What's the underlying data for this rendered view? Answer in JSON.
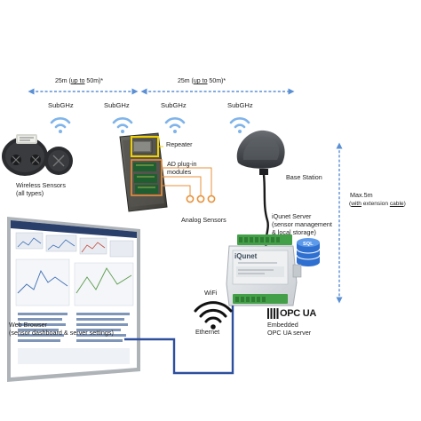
{
  "distances": {
    "d1": {
      "a": "25m (",
      "b": "up to",
      "c": " 50m)*"
    },
    "d2": {
      "a": "25m (",
      "b": "up to",
      "c": " 50m)*"
    }
  },
  "subghz": [
    "SubGHz",
    "SubGHz",
    "SubGHz",
    "SubGHz"
  ],
  "labels": {
    "repeater": "Repeater",
    "ad_plugin": "AD plug-in",
    "modules": "modules",
    "analog": "Analog Sensors",
    "wireless_1": "Wireless Sensors",
    "wireless_2": "(all types)",
    "base_station": "Base Station",
    "maxlen": "Max.5m",
    "ext_a": "(",
    "ext_b": "with",
    "ext_c": " extension ",
    "ext_d": "cable",
    "ext_e": ")",
    "server_1": "iQunet Server",
    "server_2": "(sensor management",
    "server_3": "& local storage)",
    "sql": "SQL",
    "device_brand": "iQunet",
    "wifi": "WiFi",
    "ethernet": "Ethernet",
    "opc_logo": "OPC UA",
    "embedded_1": "Embedded",
    "embedded_2": "OPC UA server",
    "browser_1": "Web Browser",
    "browser_2": "(sensor dashboard & server settings)"
  },
  "colors": {
    "arrow_blue": "#5a8fd6",
    "wifi_blue": "#7fb4ea",
    "orange": "#e8913a",
    "yellow": "#f0d000",
    "cable": "#2d4f9e",
    "sql": "#2e6fd0",
    "device": "#dfe3e6"
  }
}
